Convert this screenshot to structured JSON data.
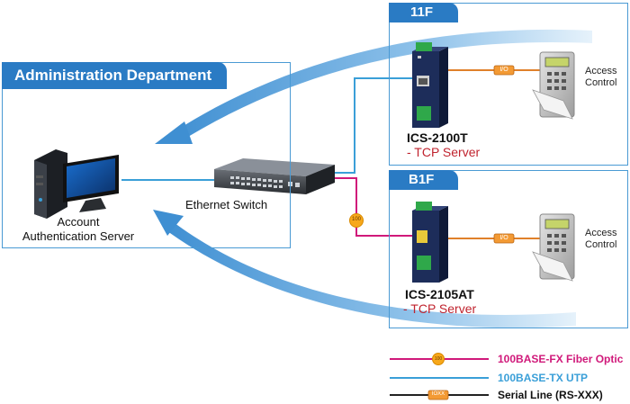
{
  "regions": {
    "admin": {
      "title": "Administration Department"
    },
    "floor_11f": {
      "title": "11F"
    },
    "floor_b1f": {
      "title": "B1F"
    }
  },
  "devices": {
    "server": {
      "label_line1": "Account",
      "label_line2": "Authentication Server"
    },
    "switch": {
      "label": "Ethernet Switch"
    },
    "converter_top": {
      "name": "ICS-2100T",
      "role": "- TCP Server"
    },
    "converter_bottom": {
      "name": "ICS-2105AT",
      "role": "- TCP Server"
    },
    "access_top": {
      "label_line1": "Access",
      "label_line2": "Control"
    },
    "access_bottom": {
      "label_line1": "Access",
      "label_line2": "Control"
    }
  },
  "link_tags": {
    "fiber": "100",
    "serial_top": "I/O",
    "serial_bottom": "I/O"
  },
  "legend": [
    {
      "label": "100BASE-FX Fiber Optic",
      "color": "#d0197a",
      "tag": "100"
    },
    {
      "label": "100BASE-TX UTP",
      "color": "#3a9fd8",
      "tag": ""
    },
    {
      "label": "Serial Line (RS-XXX)",
      "color": "#222222",
      "tag": "IOXX"
    }
  ],
  "colors": {
    "fiber": "#d0197a",
    "utp": "#3a9fd8",
    "serial": "#e0802a",
    "frame": "#4a9ad4",
    "tab": "#2a7bc4",
    "arrow": "#5a9fd6"
  }
}
